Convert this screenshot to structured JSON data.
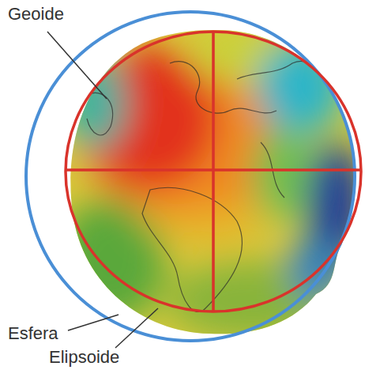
{
  "diagram": {
    "labels": [
      "Geoide",
      "Esfera",
      "Elipsoide"
    ]
  }
}
